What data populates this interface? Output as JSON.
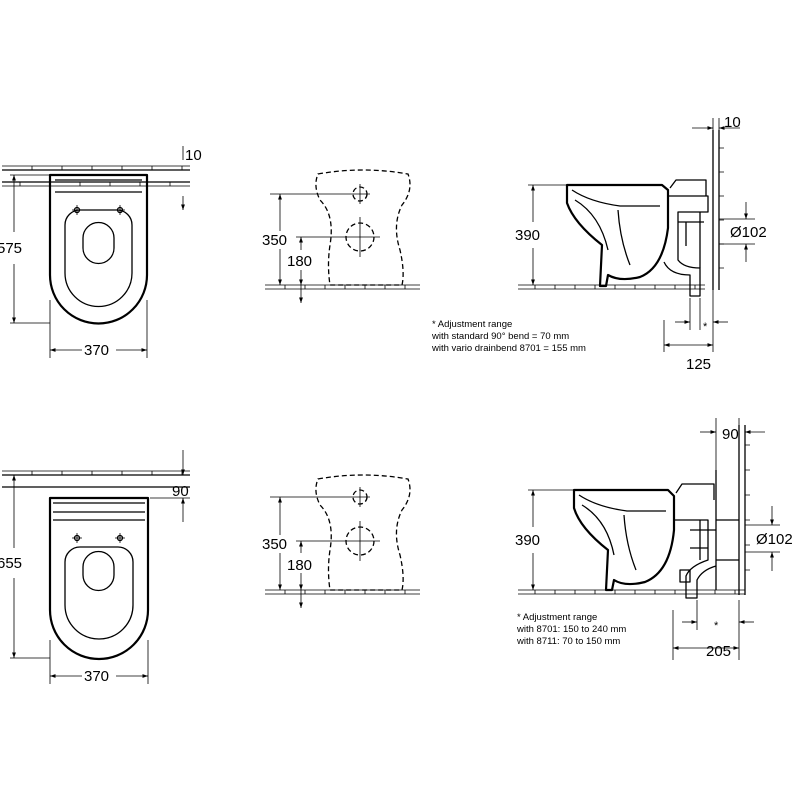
{
  "top": {
    "plan": {
      "wall_gap": "10",
      "depth": "575",
      "width": "370"
    },
    "front": {
      "height_upper": "350",
      "height_lower": "180"
    },
    "side": {
      "wall_gap": "10",
      "seat_height": "390",
      "pipe_diameter": "Ø102",
      "asterisk": "*",
      "outlet_distance": "125",
      "note": [
        "* Adjustment range",
        "with standard 90° bend = 70 mm",
        "with vario drainbend 8701 = 155 mm"
      ]
    }
  },
  "bottom": {
    "plan": {
      "wall_gap": "90",
      "depth": "655",
      "width": "370"
    },
    "front": {
      "height_upper": "350",
      "height_lower": "180"
    },
    "side": {
      "wall_gap": "90",
      "seat_height": "390",
      "pipe_diameter": "Ø102",
      "asterisk": "*",
      "outlet_distance": "205",
      "note": [
        "* Adjustment range",
        "with 8701: 150 to 240 mm",
        "with 8711: 70 to 150 mm"
      ]
    }
  }
}
